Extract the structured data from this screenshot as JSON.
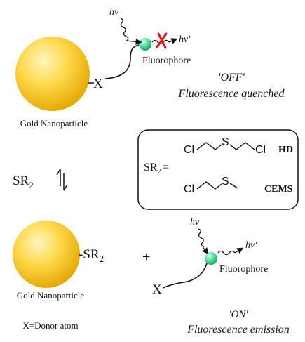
{
  "top": {
    "hv_in": "hν",
    "hv_out": "hν'",
    "x_label": "X",
    "fluorophore": "Fluorophore",
    "state": "'OFF'",
    "state_desc": "Fluorescence quenched",
    "np_label": "Gold Nanoparticle"
  },
  "equilibrium": {
    "reagent": "SR",
    "reagent_sub": "2"
  },
  "box": {
    "lhs": "SR",
    "lhs_sub": "2",
    "equals": "=",
    "hd_cl_left": "Cl",
    "hd_s": "S",
    "hd_cl_right": "Cl",
    "hd_name": "HD",
    "cems_cl": "Cl",
    "cems_s": "S",
    "cems_name": "CEMS"
  },
  "bottom": {
    "np_group": "-SR",
    "np_group_sub": "2",
    "plus": "+",
    "hv_in": "hν",
    "hv_out": "hν'",
    "fluorophore": "Fluorophore",
    "x_label": "X",
    "np_label": "Gold Nanoparticle",
    "legend": "X=Donor atom",
    "state": "'ON'",
    "state_desc": "Fluorescence emission"
  },
  "colors": {
    "gold_center": "#fff4b0",
    "gold_edge": "#e6a800",
    "fluorophore_green": "#3cd08c",
    "cross_red": "#e01818"
  }
}
